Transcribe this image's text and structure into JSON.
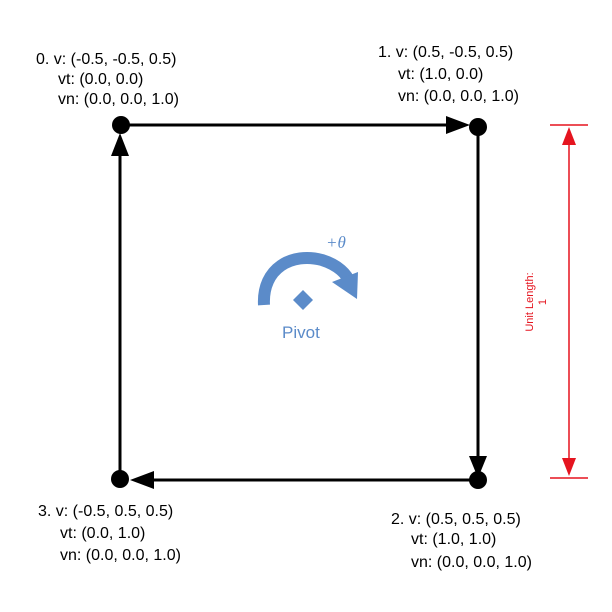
{
  "colors": {
    "stroke": "#000000",
    "accent": "#5B8BC9",
    "measure": "#E5141F"
  },
  "vertices": [
    {
      "v": "0. v: (-0.5, -0.5, 0.5)",
      "vt": "vt: (0.0, 0.0)",
      "vn": "vn: (0.0, 0.0, 1.0)"
    },
    {
      "v": "1. v: (0.5, -0.5, 0.5)",
      "vt": "vt: (1.0, 0.0)",
      "vn": "vn: (0.0, 0.0, 1.0)"
    },
    {
      "v": "2. v: (0.5, 0.5, 0.5)",
      "vt": "vt: (1.0, 1.0)",
      "vn": "vn: (0.0, 0.0, 1.0)"
    },
    {
      "v": "3. v: (-0.5, 0.5, 0.5)",
      "vt": "vt: (0.0, 1.0)",
      "vn": "vn: (0.0, 0.0, 1.0)"
    }
  ],
  "pivot": {
    "label": "Pivot",
    "rotation_label": "+θ"
  },
  "measure": {
    "line1": "Unit Length:",
    "line2": "1"
  },
  "icons": {
    "rotation": "curved-arrow-icon",
    "pivot": "diamond-icon"
  }
}
